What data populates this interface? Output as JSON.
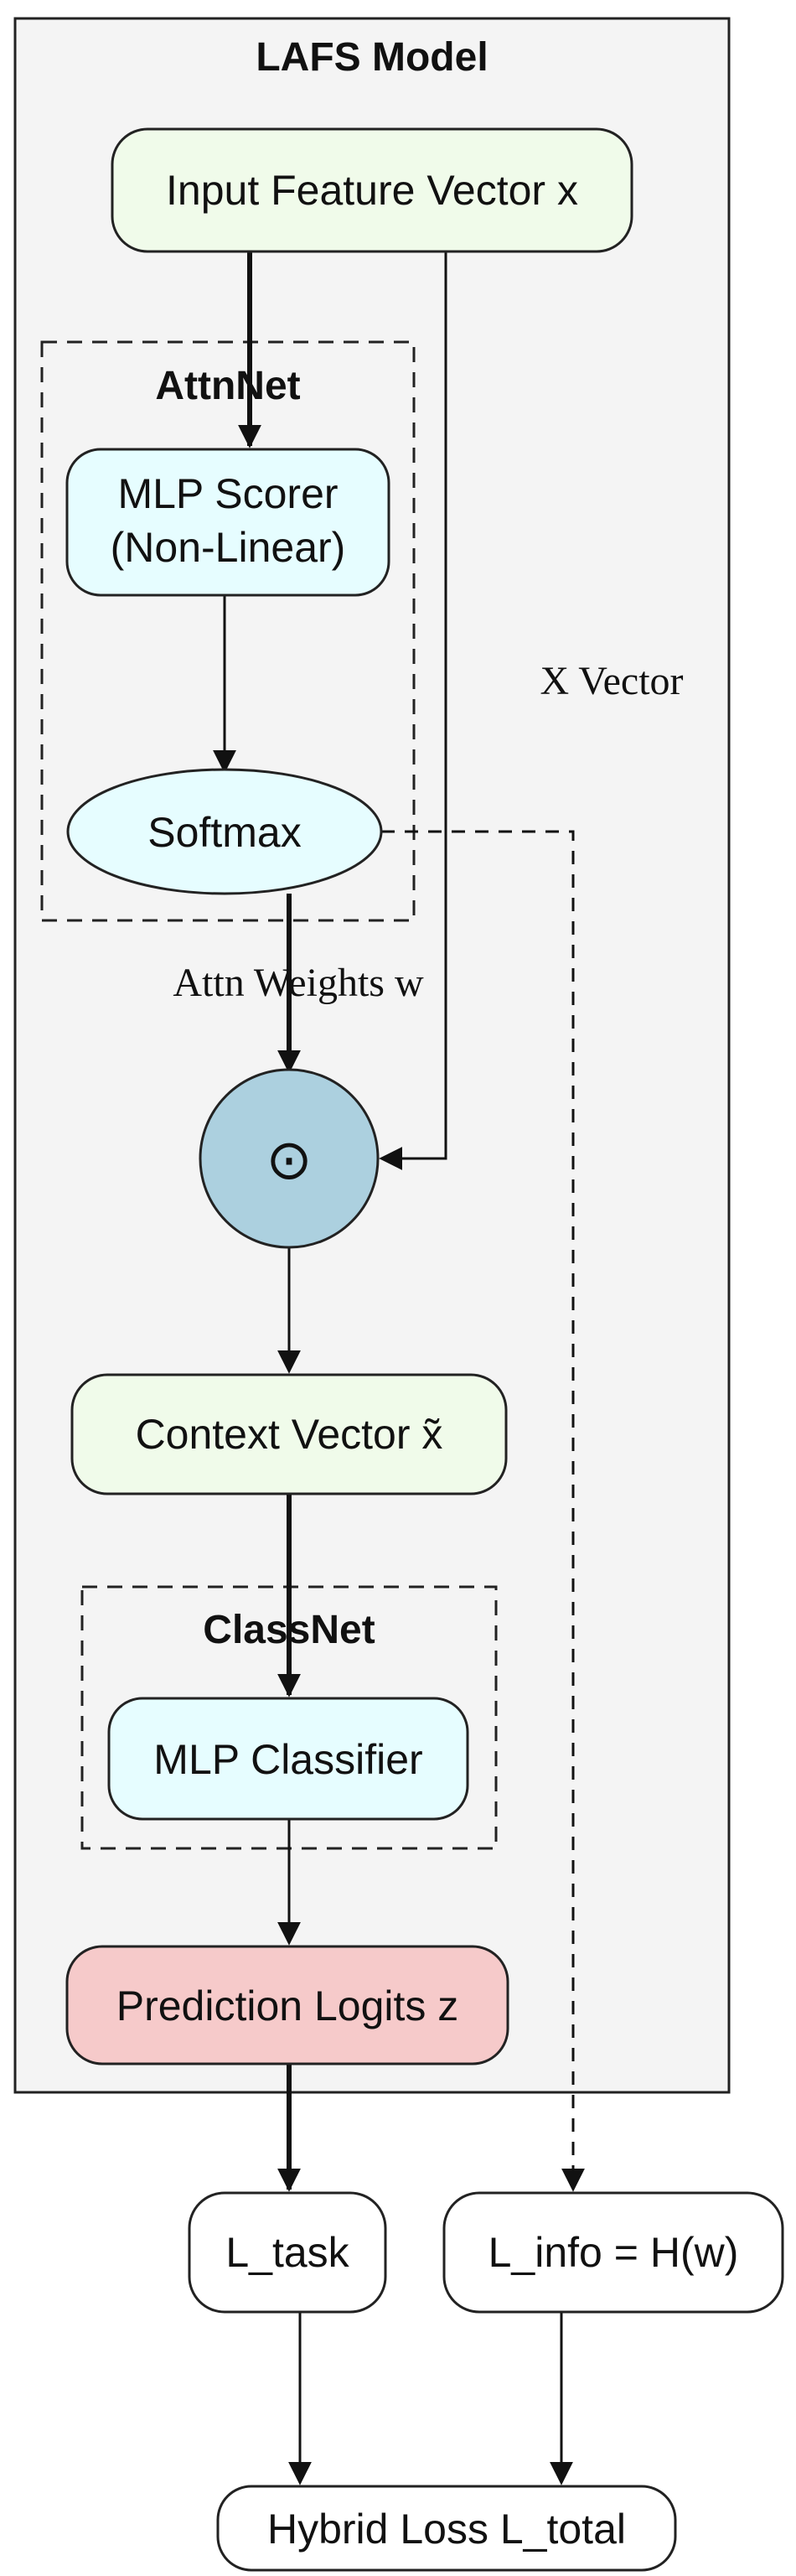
{
  "diagram": {
    "model_title": "LAFS Model",
    "attn_group_title": "AttnNet",
    "class_group_title": "ClassNet",
    "nodes": {
      "input": "Input Feature Vector x",
      "mlp_scorer_line1": "MLP Scorer",
      "mlp_scorer_line2": "(Non-Linear)",
      "softmax": "Softmax",
      "elementwise_product": "⊙",
      "context": "Context Vector x̃",
      "mlp_classifier": "MLP Classifier",
      "logits": "Prediction Logits z",
      "l_task": "L_task",
      "l_info": "L_info = H(w)",
      "hybrid_loss": "Hybrid Loss L_total"
    },
    "edge_labels": {
      "x_vector": "X Vector",
      "attn_weights": "Attn Weights w"
    },
    "colors": {
      "model_bg": "#f4f4f4",
      "input_fill": "#f0fbea",
      "net_fill": "#e6fdff",
      "product_fill": "#acd0df",
      "logits_fill": "#f6caca",
      "loss_fill": "#ffffff"
    }
  }
}
